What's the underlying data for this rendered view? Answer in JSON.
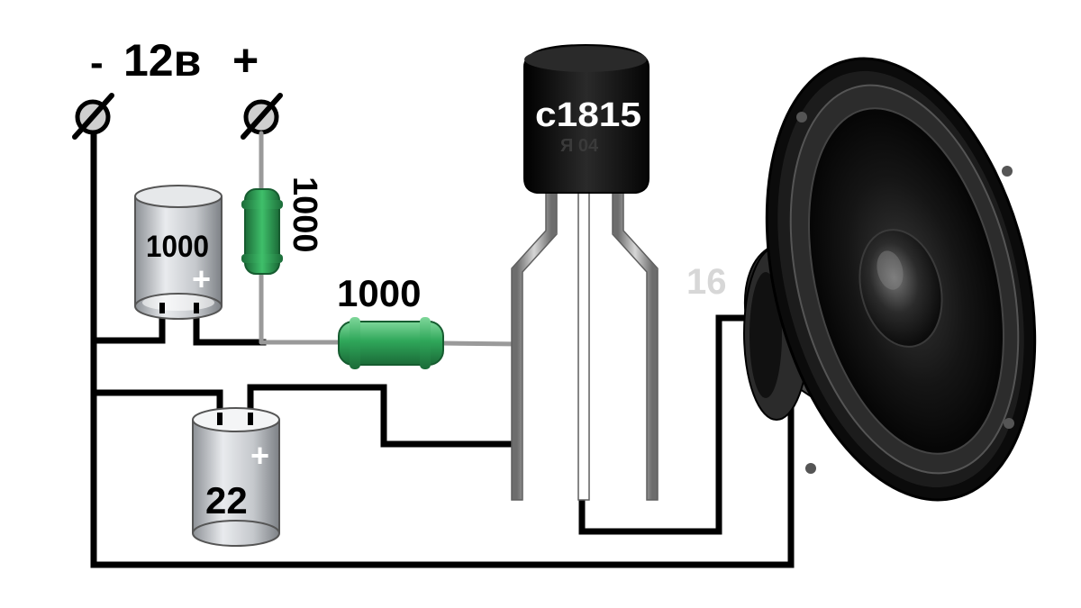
{
  "supply": {
    "minus": "-",
    "voltage": "12в",
    "plus": "+"
  },
  "capacitor_top": {
    "value": "1000",
    "polarity": "+"
  },
  "capacitor_bottom": {
    "value": "22",
    "polarity": "+"
  },
  "resistor_vertical": {
    "value": "1000"
  },
  "resistor_horizontal": {
    "value": "1000"
  },
  "transistor": {
    "marking": "c1815",
    "sub_marking": "Я  04"
  },
  "speaker": {
    "impedance": "16"
  },
  "colors": {
    "wire": "#000000",
    "lead": "#9a9a9a",
    "resistor_body": "#2fa75a",
    "capacitor_body": "#c9ccd0",
    "transistor_body": "#111111",
    "speaker_label": "#d7d7d7"
  }
}
